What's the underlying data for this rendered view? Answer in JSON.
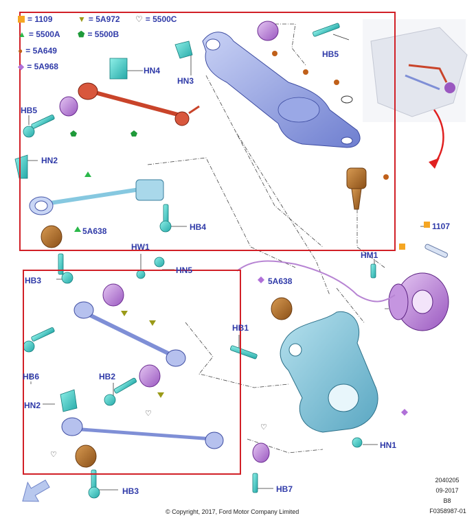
{
  "legend": [
    {
      "code": "= 1109",
      "symbol": "square",
      "color": "#f5a623"
    },
    {
      "code": "= 5A972",
      "symbol": "triangle-down",
      "color": "#9a9a18"
    },
    {
      "code": "= 5500C",
      "symbol": "heart",
      "color": "#222222"
    },
    {
      "code": "= 5500A",
      "symbol": "triangle-up",
      "color": "#2bb84a"
    },
    {
      "code": "= 5500B",
      "symbol": "pentagon",
      "color": "#1f9a3a"
    },
    {
      "code": "= 5A649",
      "symbol": "circle",
      "color": "#c0601a"
    },
    {
      "code": "= 5A968",
      "symbol": "diamond",
      "color": "#b070d8"
    }
  ],
  "labels": {
    "hn4": "HN4",
    "hn3": "HN3",
    "hb5_top": "HB5",
    "hb5_left": "HB5",
    "hn2_top": "HN2",
    "hb4": "HB4",
    "a5a638_top": "5A638",
    "hw1": "HW1",
    "hn5": "HN5",
    "hb3_left": "HB3",
    "a5a638_mid": "5A638",
    "hm1": "HM1",
    "p1107": "1107",
    "hb1": "HB1",
    "hb6": "HB6",
    "hb2": "HB2",
    "hn2_bottom": "HN2",
    "hn1": "HN1",
    "hb3_bottom": "HB3",
    "hb7": "HB7"
  },
  "footer": {
    "copyright": "© Copyright, 2017, Ford Motor Company Limited",
    "code1": "2040205",
    "date": "09-2017",
    "rev": "B8",
    "ref": "F0358987-01"
  }
}
